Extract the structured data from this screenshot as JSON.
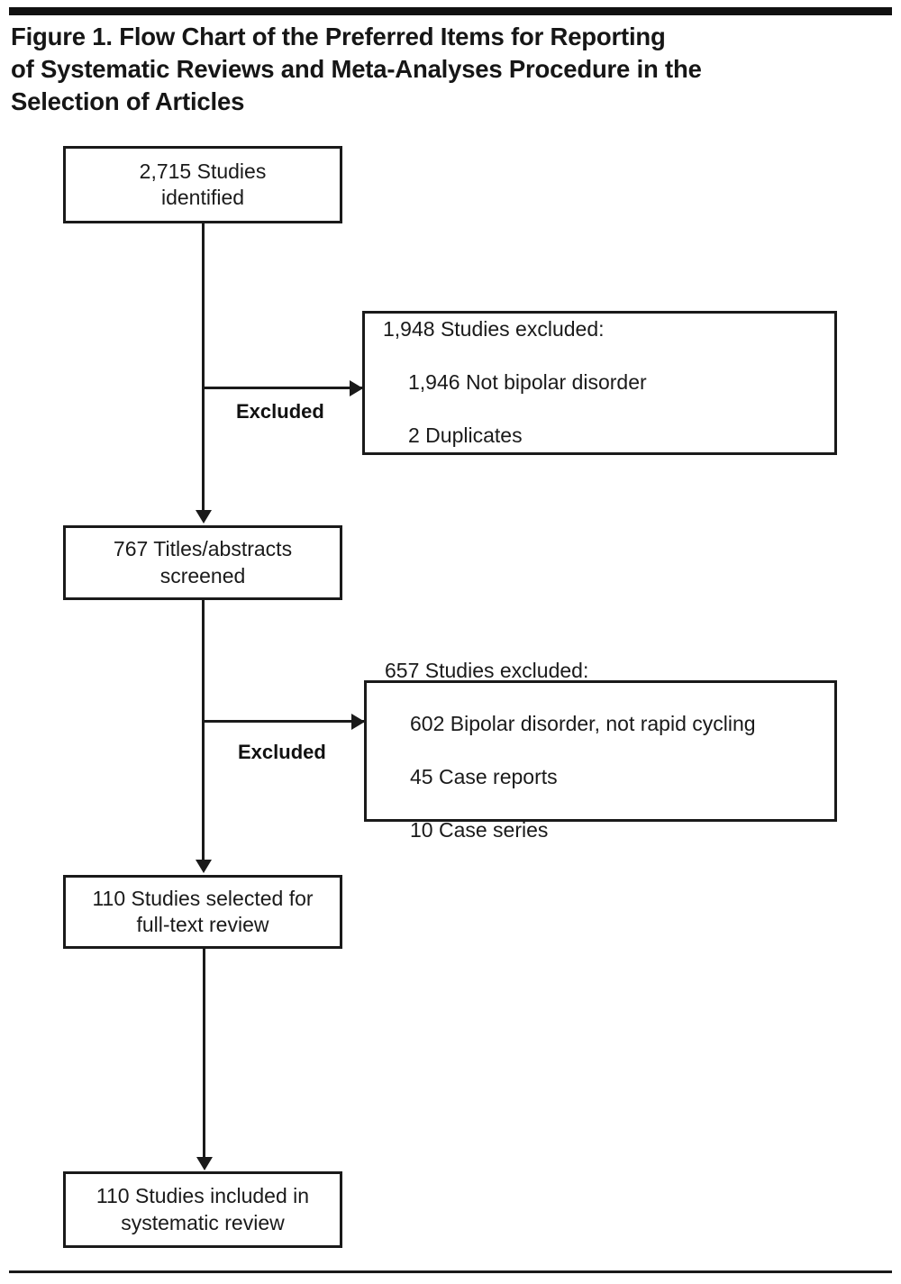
{
  "figure": {
    "title": "Figure 1. Flow Chart of the Preferred Items for Reporting\nof Systematic Reviews and Meta-Analyses Procedure in the\nSelection of Articles",
    "accent_color": "#1a1a1a",
    "background_color": "#ffffff"
  },
  "chart_data": {
    "type": "diagram",
    "title": "Figure 1. Flow Chart of the Preferred Items for Reporting of Systematic Reviews and Meta-Analyses Procedure in the Selection of Articles",
    "nodes": [
      {
        "id": "identified",
        "label": "2,715 Studies\nidentified",
        "count": 2715,
        "stage": "identification",
        "align": "center"
      },
      {
        "id": "excluded-1",
        "label": "1,948 Studies excluded:",
        "count": 1948,
        "stage": "exclusion",
        "align": "left",
        "items": [
          {
            "label": "1,946 Not bipolar disorder",
            "count": 1946
          },
          {
            "label": "2 Duplicates",
            "count": 2
          }
        ]
      },
      {
        "id": "screened",
        "label": "767 Titles/abstracts\nscreened",
        "count": 767,
        "stage": "screening",
        "align": "center"
      },
      {
        "id": "excluded-2",
        "label": "657  Studies excluded:",
        "count": 657,
        "stage": "exclusion",
        "align": "left",
        "items": [
          {
            "label": "602 Bipolar disorder, not rapid cycling",
            "count": 602
          },
          {
            "label": "45 Case reports",
            "count": 45
          },
          {
            "label": "10 Case series",
            "count": 10
          }
        ]
      },
      {
        "id": "full-text",
        "label": "110 Studies selected for\nfull-text review",
        "count": 110,
        "stage": "eligibility",
        "align": "center"
      },
      {
        "id": "included",
        "label": "110 Studies included in\nsystematic review",
        "count": 110,
        "stage": "included",
        "align": "center"
      }
    ],
    "edges": [
      {
        "from": "identified",
        "to": "excluded-1",
        "label": "Excluded",
        "direction": "right"
      },
      {
        "from": "identified",
        "to": "screened",
        "label": "",
        "direction": "down"
      },
      {
        "from": "screened",
        "to": "excluded-2",
        "label": "Excluded",
        "direction": "right"
      },
      {
        "from": "screened",
        "to": "full-text",
        "label": "",
        "direction": "down"
      },
      {
        "from": "full-text",
        "to": "included",
        "label": "",
        "direction": "down"
      }
    ]
  }
}
